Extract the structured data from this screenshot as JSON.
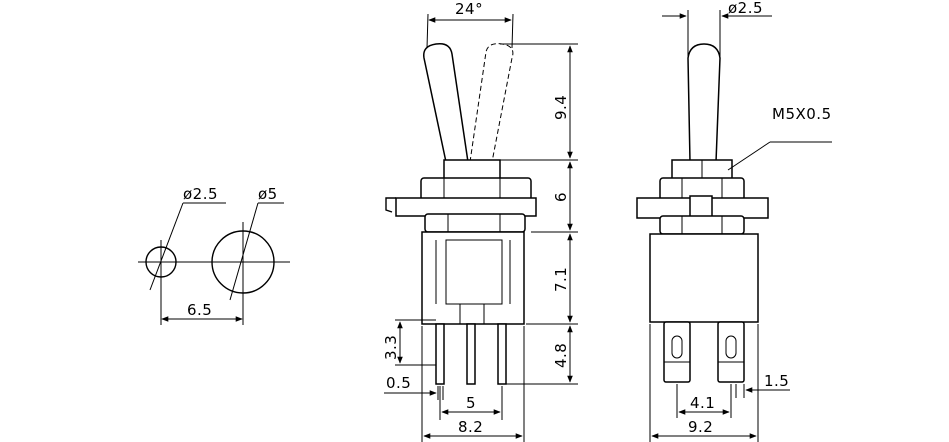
{
  "panel_cutout": {
    "small_hole_diameter": "ø2.5",
    "large_hole_diameter": "ø5",
    "hole_spacing": "6.5"
  },
  "front_view": {
    "lever_angle": "24°",
    "lever_height": "9.4",
    "bushing_height": "6",
    "body_height": "7.1",
    "terminal_length": "4.8",
    "terminal_hole_height": "3.3",
    "terminal_thickness": "0.5",
    "terminal_spacing": "5",
    "body_width": "8.2"
  },
  "side_view": {
    "lever_tip_diameter": "ø2.5",
    "thread_spec": "M5X0.5",
    "terminal_width": "1.5",
    "terminal_pitch": "4.1",
    "body_width": "9.2"
  },
  "colors": {
    "ink": "#000000",
    "paper": "#ffffff"
  }
}
